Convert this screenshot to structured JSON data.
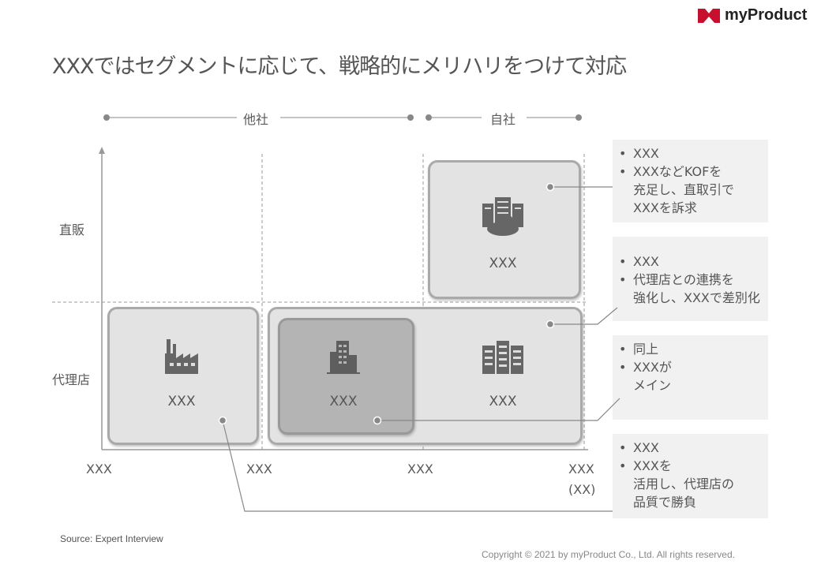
{
  "header": {
    "title": "XXXではセグメントに応じて、戦略的にメリハリをつけて対応",
    "logo_text": "myProduct"
  },
  "brackets": {
    "others": "他社",
    "own": "自社"
  },
  "y_axis": {
    "direct": "直販",
    "agency": "代理店"
  },
  "x_axis": {
    "ticks": [
      "XXX",
      "XXX",
      "XXX",
      "XXX"
    ],
    "unit": "(XX)"
  },
  "boxes": [
    {
      "label": "XXX",
      "icon": "server-cloud-icon"
    },
    {
      "label": "XXX",
      "icon": "factory-icon"
    },
    {
      "label": "XXX",
      "icon": "office-building-icon"
    },
    {
      "label": "XXX",
      "icon": "data-center-icon"
    }
  ],
  "panels": [
    {
      "lines": [
        [
          "•",
          "XXX"
        ],
        [
          "•",
          "XXXなどKOFを"
        ],
        [
          "",
          "充足し、直取引で"
        ],
        [
          "",
          "XXXを訴求"
        ]
      ]
    },
    {
      "lines": [
        [
          "•",
          "XXX"
        ],
        [
          "•",
          "代理店との連携を"
        ],
        [
          "",
          "強化し、XXXで差別化"
        ]
      ]
    },
    {
      "lines": [
        [
          "•",
          "同上"
        ],
        [
          "•",
          "XXXが"
        ],
        [
          "",
          "メイン"
        ]
      ]
    },
    {
      "lines": [
        [
          "•",
          "XXX"
        ],
        [
          "•",
          "XXXを"
        ],
        [
          "",
          "活用し、代理店の"
        ],
        [
          "",
          "品質で勝負"
        ]
      ]
    }
  ],
  "footer": {
    "source": "Source: Expert Interview",
    "copyright": "Copyright © 2021 by myProduct Co., Ltd.  All rights reserved."
  }
}
